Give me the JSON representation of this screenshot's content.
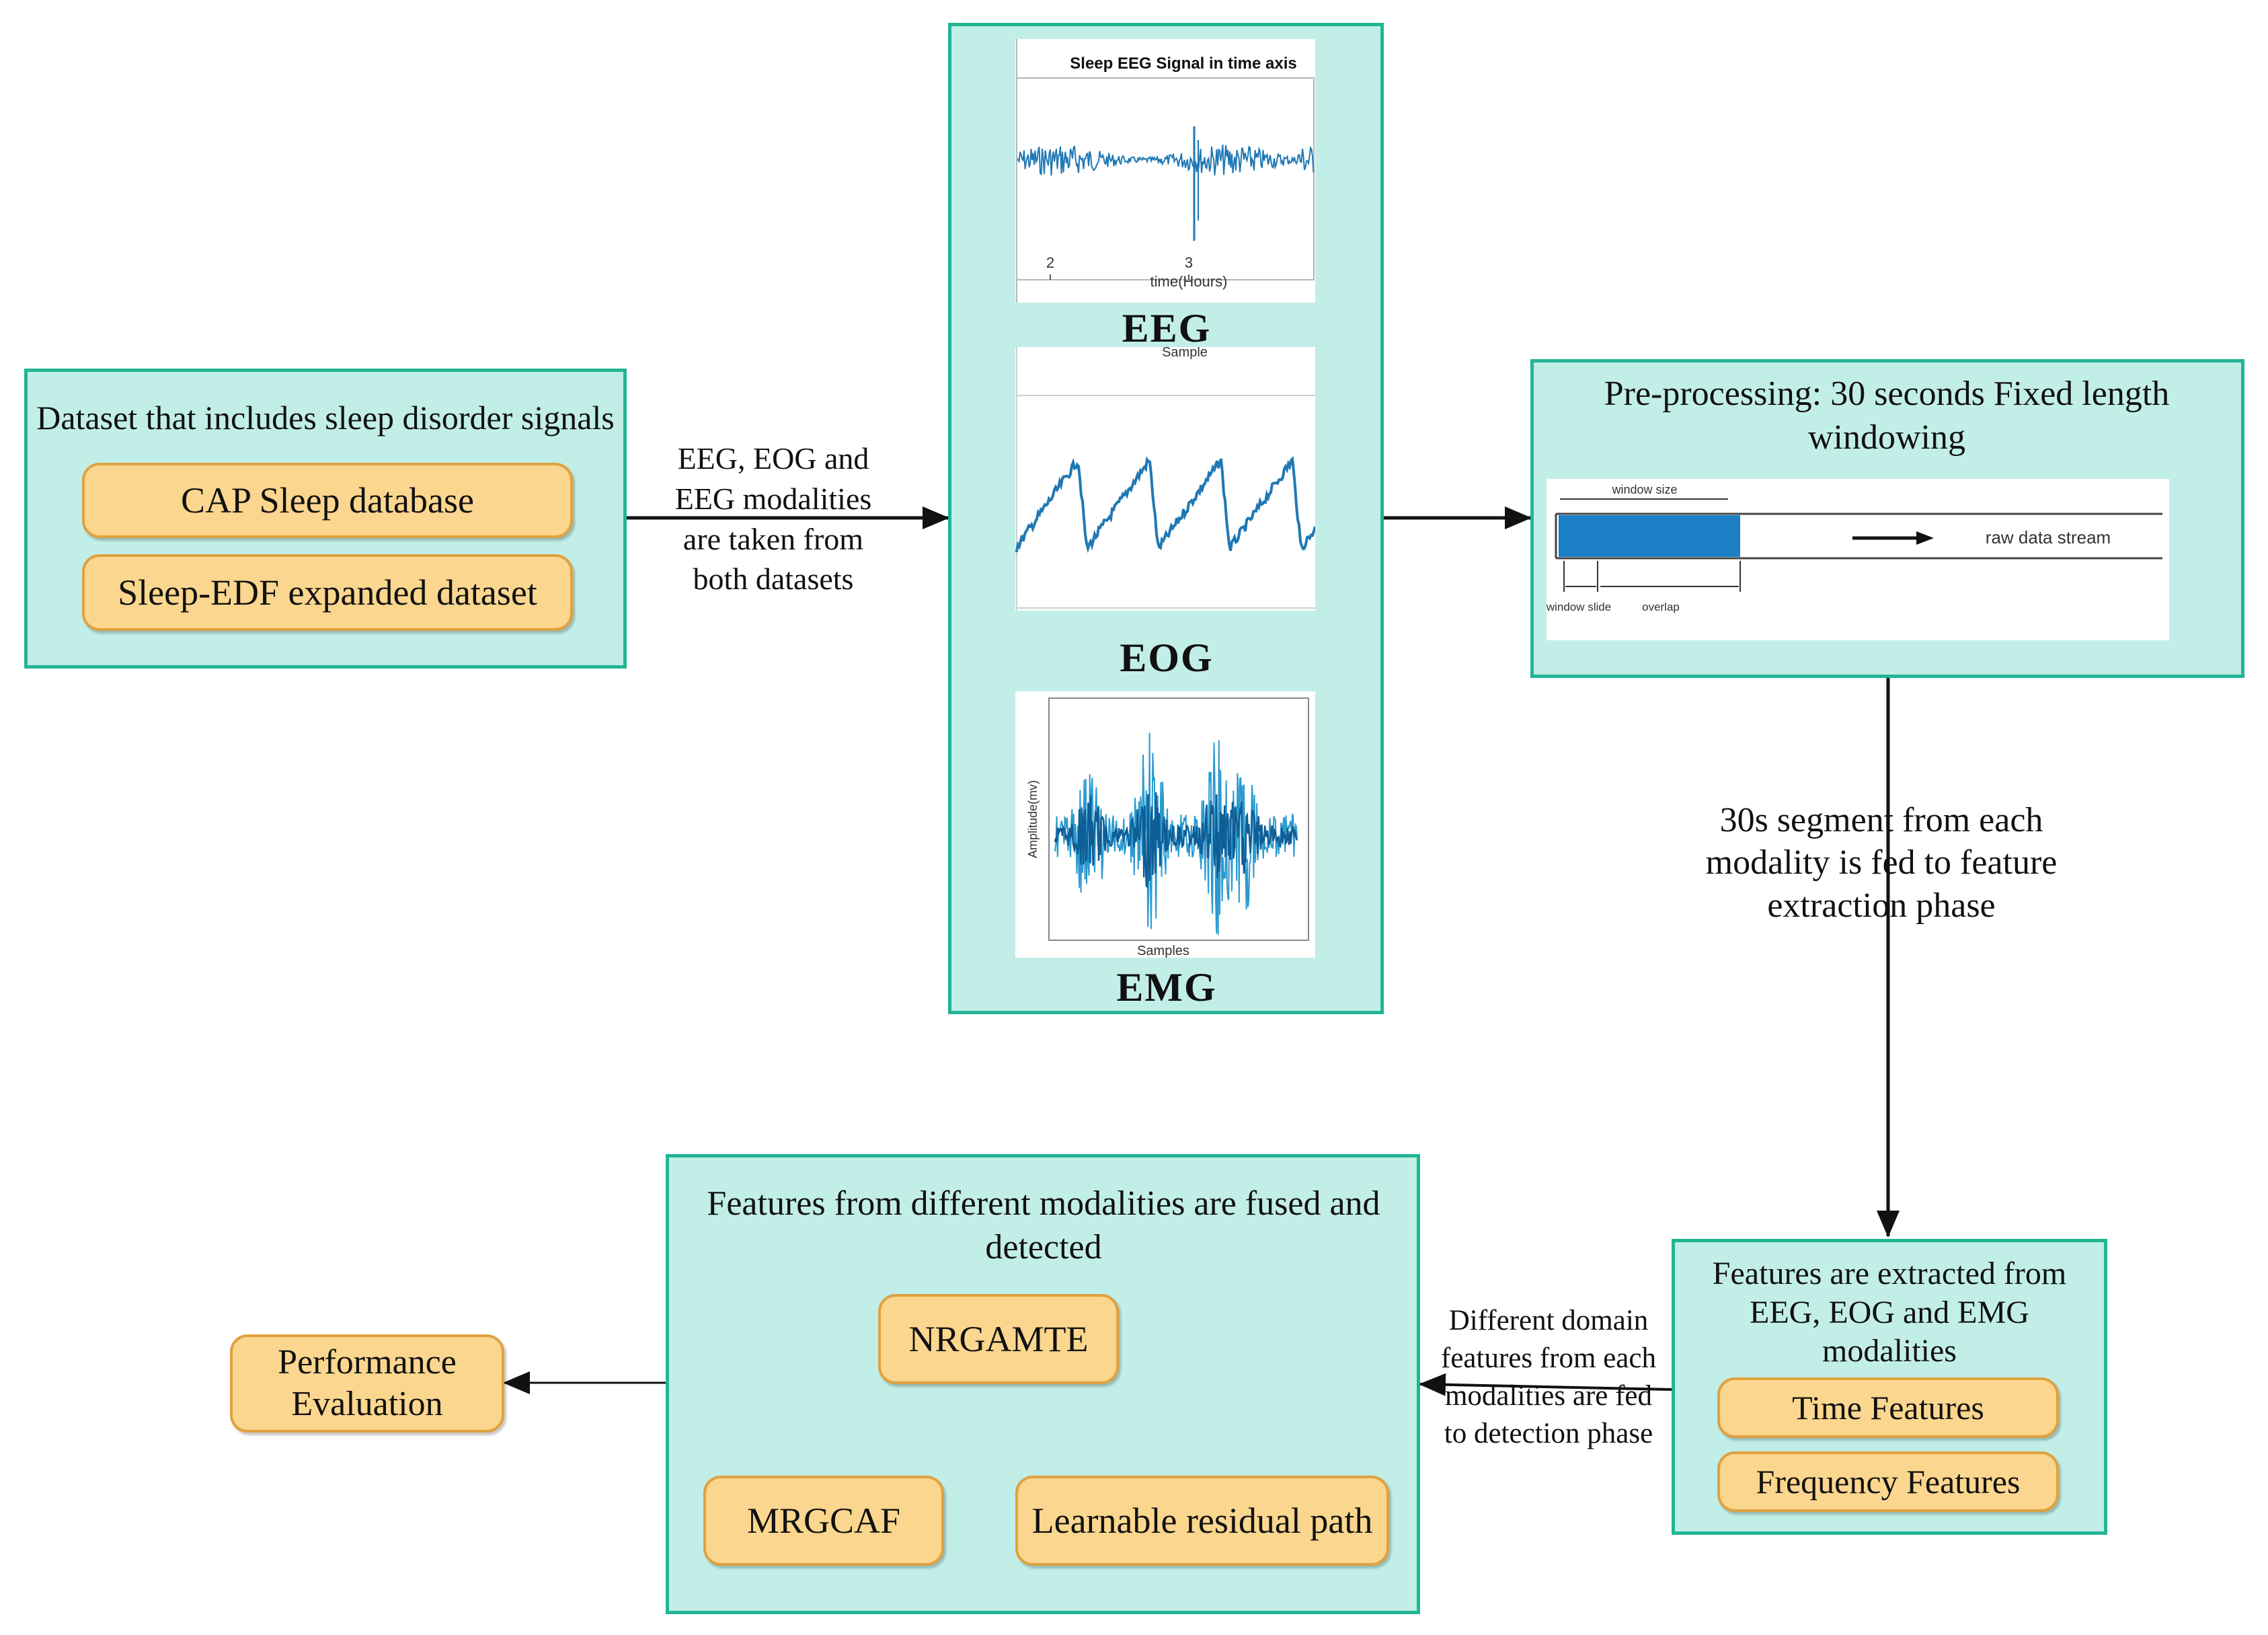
{
  "dataset": {
    "title": "Dataset that includes sleep disorder signals",
    "items": [
      "CAP Sleep database",
      "Sleep-EDF expanded dataset"
    ]
  },
  "edge_dataset_to_signals": "EEG, EOG and EEG modalities are taken from both datasets",
  "signals": {
    "eeg": {
      "label": "EEG",
      "plot_title": "Sleep EEG Signal in time axis",
      "xlabel": "time(Hours)",
      "ticks": [
        "2",
        "3"
      ]
    },
    "eog": {
      "label": "EOG",
      "plot_title": "Sample"
    },
    "emg": {
      "label": "EMG",
      "xlabel": "Samples",
      "ylabel": "Amplitude(mv)"
    }
  },
  "preprocessing": {
    "title": "Pre-processing: 30 seconds Fixed length windowing",
    "window_size": "window size",
    "raw_data_stream": "raw data stream",
    "window_slide": "window slide",
    "overlap": "overlap"
  },
  "edge_preprocessing_to_features": "30s segment from each modality is fed to feature extraction phase",
  "features": {
    "title": "Features are extracted from EEG, EOG and EMG modalities",
    "items": [
      "Time Features",
      "Frequency Features"
    ]
  },
  "edge_features_to_fusion": "Different domain features from each modalities are fed to detection phase",
  "fusion": {
    "title": "Features from different modalities are fused and detected",
    "top": "NRGAMTE",
    "left": "MRGCAF",
    "right": "Learnable residual path"
  },
  "performance": "Performance Evaluation",
  "colors": {
    "panel_fill": "#c2eee8",
    "panel_border": "#22b594",
    "pill_fill": "#fbd68e",
    "pill_border": "#dfa23f",
    "signal_blue": "#1f78b4",
    "window_blue": "#1b7fc6"
  }
}
